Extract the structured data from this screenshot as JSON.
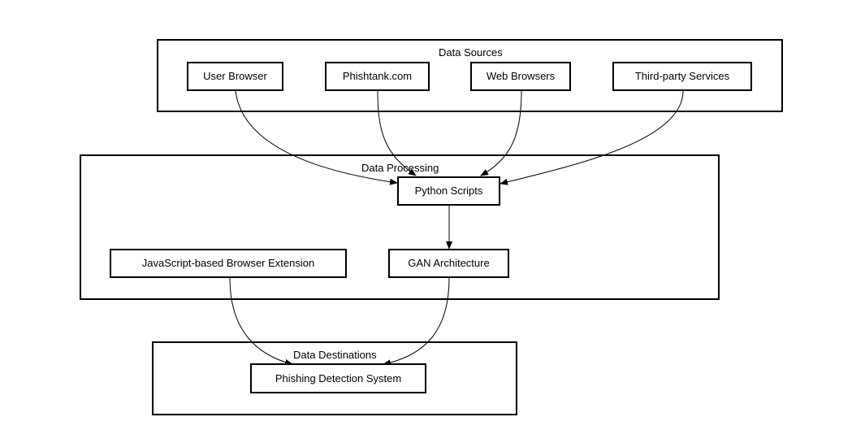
{
  "groups": {
    "sources": {
      "title": "Data Sources"
    },
    "processing": {
      "title": "Data Processing"
    },
    "destinations": {
      "title": "Data Destinations"
    }
  },
  "nodes": {
    "user_browser": "User Browser",
    "phishtank": "Phishtank.com",
    "web_browsers": "Web Browsers",
    "third_party": "Third-party Services",
    "python_scripts": "Python Scripts",
    "js_extension": "JavaScript-based Browser Extension",
    "gan": "GAN Architecture",
    "phishing_detection": "Phishing Detection System"
  },
  "edges": [
    {
      "from": "User Browser",
      "to": "Python Scripts"
    },
    {
      "from": "Phishtank.com",
      "to": "Python Scripts"
    },
    {
      "from": "Web Browsers",
      "to": "Python Scripts"
    },
    {
      "from": "Third-party Services",
      "to": "Python Scripts"
    },
    {
      "from": "Python Scripts",
      "to": "GAN Architecture"
    },
    {
      "from": "JavaScript-based Browser Extension",
      "to": "Phishing Detection System"
    },
    {
      "from": "GAN Architecture",
      "to": "Phishing Detection System"
    }
  ]
}
